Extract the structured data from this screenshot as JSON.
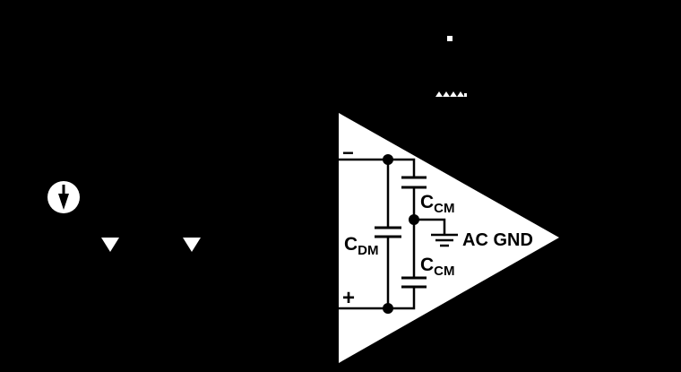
{
  "diagram": {
    "background": "#000000",
    "foreground": "#ffffff",
    "wire_color": "#000000",
    "opamp": {
      "inverting_label": "−",
      "noninverting_label": "+"
    },
    "labels": {
      "ccm_top_main": "C",
      "ccm_top_sub": "CM",
      "cdm_main": "C",
      "cdm_sub": "DM",
      "ccm_bottom_main": "C",
      "ccm_bottom_sub": "CM",
      "ground": "AC GND"
    },
    "symbols": {
      "current_source": "current-source-arrow-down",
      "left_ground": "ground-triangle",
      "right_ground": "ground-triangle",
      "ac_ground": "ground-icon"
    }
  }
}
